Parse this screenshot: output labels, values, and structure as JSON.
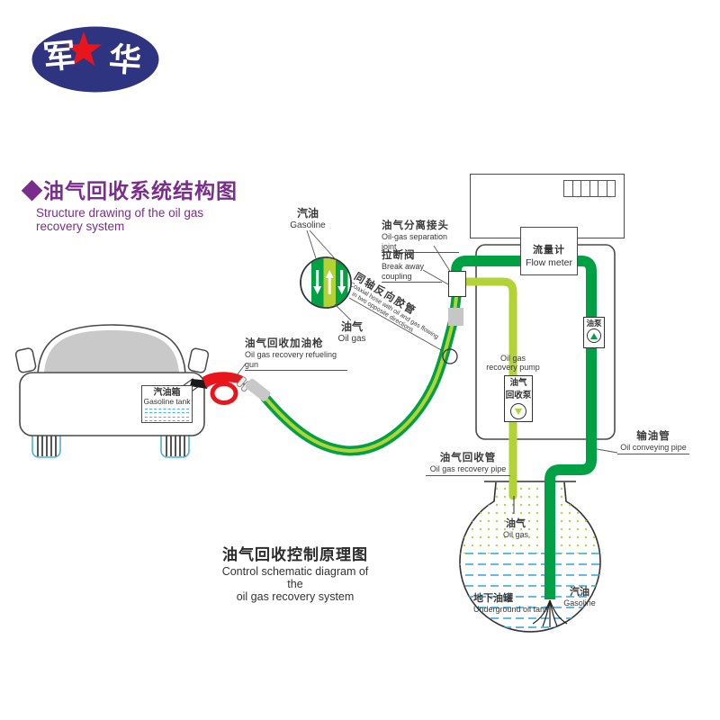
{
  "logo": {
    "char_left": "军",
    "char_right": "华"
  },
  "title": {
    "diamond": "◆",
    "zh": "油气回收系统结构图",
    "en_line1": "Structure drawing of the oil gas",
    "en_line2": "recovery system"
  },
  "inset": {
    "gasoline_zh": "汽油",
    "gasoline_en": "Gasoline",
    "oilgas_zh": "油气",
    "oilgas_en": "Oil gas",
    "coaxial_zh": "同轴反向胶管",
    "coaxial_en1": "Coaxial hose with oil and gas flowing",
    "coaxial_en2": "in two opposite directions"
  },
  "labels": {
    "separation_zh": "油气分离接头",
    "separation_en": "Oil-gas separation joint",
    "breakaway_zh": "拉断阀",
    "breakaway_en": "Break away coupling",
    "gun_zh": "油气回收加油枪",
    "gun_en": "Oil gas recovery refueling gun",
    "conveying_zh": "输油管",
    "conveying_en": "Oil conveying pipe",
    "recovery_pipe_zh": "油气回收管",
    "recovery_pipe_en": "Oil gas recovery pipe"
  },
  "car": {
    "tank_zh": "汽油箱",
    "tank_en": "Gasoline tank"
  },
  "dispenser": {
    "flow_meter_zh": "流量计",
    "flow_meter_en": "Flow meter",
    "oil_pump_zh": "油泵",
    "recovery_pump_en1": "Oil gas",
    "recovery_pump_en2": "recovery pump",
    "recovery_pump_zh1": "油气",
    "recovery_pump_zh2": "回收泵"
  },
  "tank": {
    "oilgas_zh": "油气",
    "oilgas_en": "Oil gas",
    "underground_zh": "地下油罐",
    "underground_en": "Underground oil tank",
    "gasoline_zh": "汽油",
    "gasoline_en": "Gasoline"
  },
  "bottom_title": {
    "zh": "油气回收控制原理图",
    "en_line1": "Control schematic diagram of the",
    "en_line2": "oil gas recovery system"
  },
  "colors": {
    "pipe_green": "#00a044",
    "pipe_yellow_green": "#b2d235",
    "water_blue": "#45b2e8",
    "title_purple": "#7b2d8e",
    "nozzle_red": "#e8151d",
    "logo_navy": "#2e3480"
  }
}
